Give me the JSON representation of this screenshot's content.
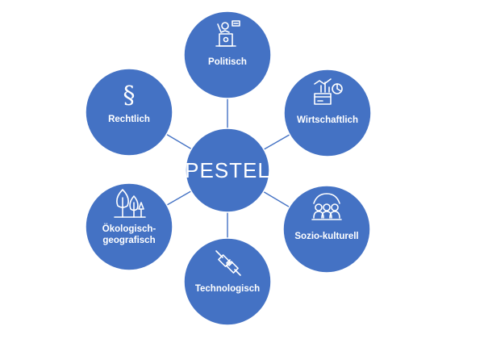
{
  "colors": {
    "circle_fill": "#4472C4",
    "connector": "#4472C4",
    "text": "#FFFFFF",
    "background": "#FFFFFF"
  },
  "center": {
    "label": "PESTEL"
  },
  "nodes": [
    {
      "key": "politisch",
      "label_lines": [
        "Politisch"
      ],
      "icon": "politician-podium-icon"
    },
    {
      "key": "wirtschaftlich",
      "label_lines": [
        "Wirtschaftlich"
      ],
      "icon": "economy-charts-icon"
    },
    {
      "key": "sozio",
      "label_lines": [
        "Sozio-kulturell"
      ],
      "icon": "people-group-icon"
    },
    {
      "key": "technologisch",
      "label_lines": [
        "Technologisch"
      ],
      "icon": "plug-connector-icon"
    },
    {
      "key": "oekologisch",
      "label_lines": [
        "Ökologisch-",
        "geografisch"
      ],
      "icon": "trees-icon"
    },
    {
      "key": "rechtlich",
      "label_lines": [
        "Rechtlich"
      ],
      "icon": "paragraph-icon"
    }
  ]
}
